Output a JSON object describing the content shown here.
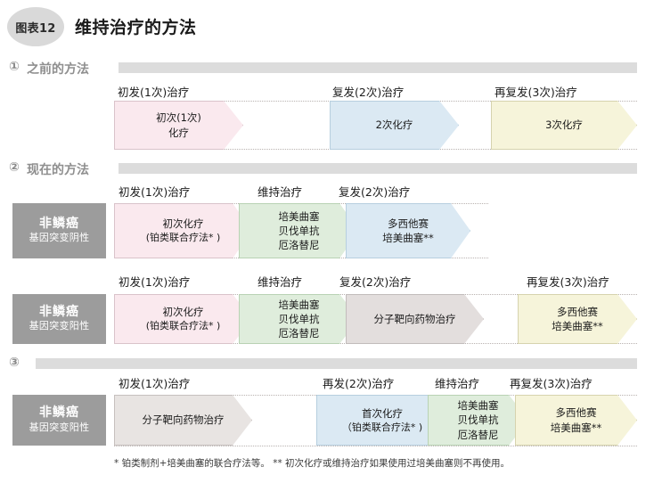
{
  "header": {
    "badge": "图表12",
    "title": "维持治疗的方法"
  },
  "sections": [
    {
      "number": "①",
      "label": "之前的方法",
      "column_headers": [
        "初发(1次)治疗",
        "复发(2次)治疗",
        "再复发(3次)治疗"
      ],
      "rows": [
        {
          "category_main": "",
          "category_sub": "",
          "arrows": [
            {
              "color": "pink",
              "lines": [
                "初次(1次)",
                "化疗"
              ]
            },
            {
              "color": "blue",
              "lines": [
                "2次化疗"
              ]
            },
            {
              "color": "yellow",
              "lines": [
                "3次化疗"
              ]
            }
          ]
        }
      ]
    },
    {
      "number": "②",
      "label": "现在的方法",
      "column_headers_row1": [
        "初发(1次)治疗",
        "维持治疗",
        "复发(2次)治疗"
      ],
      "column_headers_row2": [
        "初发(1次)治疗",
        "维持治疗",
        "复发(2次)治疗",
        "再复发(3次)治疗"
      ],
      "rows": [
        {
          "category_main": "非鳞癌",
          "category_sub": "基因突变阴性",
          "arrows": [
            {
              "color": "pink",
              "lines": [
                "初次化疗",
                "(铂类联合疗法* )"
              ]
            },
            {
              "color": "green",
              "lines": [
                "培美曲塞",
                "贝伐单抗",
                "厄洛替尼"
              ]
            },
            {
              "color": "blue",
              "lines": [
                "多西他赛",
                "培美曲塞**"
              ]
            }
          ]
        },
        {
          "category_main": "非鳞癌",
          "category_sub": "基因突变阳性",
          "arrows": [
            {
              "color": "pink",
              "lines": [
                "初次化疗",
                "(铂类联合疗法* )"
              ]
            },
            {
              "color": "green",
              "lines": [
                "培美曲塞",
                "贝伐单抗",
                "厄洛替尼"
              ]
            },
            {
              "color": "gray",
              "lines": [
                "分子靶向药物治疗"
              ]
            },
            {
              "color": "yellow",
              "lines": [
                "多西他赛",
                "培美曲塞**"
              ]
            }
          ]
        }
      ]
    },
    {
      "number": "③",
      "label": "",
      "column_headers": [
        "初发(1次)治疗",
        "再发(2次)治疗",
        "维持治疗",
        "再复发(3次)治疗"
      ],
      "rows": [
        {
          "category_main": "非鳞癌",
          "category_sub": "基因突变阳性",
          "arrows": [
            {
              "color": "plain",
              "lines": [
                "分子靶向药物治疗"
              ]
            },
            {
              "color": "blue",
              "lines": [
                "首次化疗",
                "（铂类联合疗法* )"
              ]
            },
            {
              "color": "green",
              "lines": [
                "培美曲塞",
                "贝伐单抗",
                "厄洛替尼"
              ]
            },
            {
              "color": "yellow",
              "lines": [
                "多西他赛",
                "培美曲塞**"
              ]
            }
          ]
        }
      ]
    }
  ],
  "footnote": "* 铂类制剂+培美曲塞的联合疗法等。  ** 初次化疗或维持治疗如果使用过培美曲塞则不再使用。",
  "colors": {
    "pink": "#fae9ee",
    "blue": "#dbe9f3",
    "yellow": "#f6f4da",
    "green": "#dfeddc",
    "gray": "#e3dedd",
    "plain": "#e8e4e2",
    "bar": "#dcdcdc",
    "category_box": "#9c9c9c"
  }
}
